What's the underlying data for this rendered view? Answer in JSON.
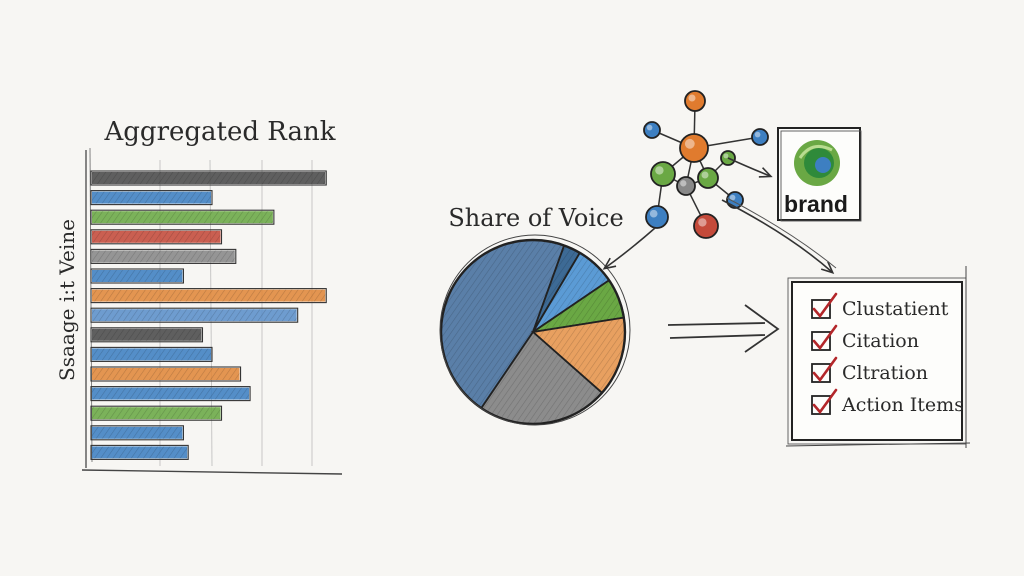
{
  "bar_section": {
    "title": "Aggregated Rank",
    "ylabel": "Ssaage i:t Veine"
  },
  "chart_data": [
    {
      "type": "bar",
      "orientation": "horizontal",
      "title": "Aggregated Rank",
      "ylabel": "Ssaage i:t Veine",
      "xlim": [
        0,
        100
      ],
      "values": [
        98,
        50,
        76,
        54,
        60,
        38,
        98,
        86,
        46,
        50,
        62,
        66,
        54,
        38,
        40
      ],
      "colors": [
        "#4a4a4a",
        "#3d7fc1",
        "#6aa844",
        "#c44a3a",
        "#888888",
        "#3d7fc1",
        "#e0883a",
        "#5b8fc9",
        "#4a4a4a",
        "#3d7fc1",
        "#e0883a",
        "#3d7fc1",
        "#6aa844",
        "#3d7fc1",
        "#3d7fc1"
      ]
    },
    {
      "type": "pie",
      "title": "Share of Voice",
      "values": [
        46,
        3,
        7,
        7,
        14,
        23
      ],
      "colors": [
        "#5a7fa8",
        "#3d6a95",
        "#5b9bd5",
        "#6aa844",
        "#e8a060",
        "#8c8c8c"
      ]
    }
  ],
  "network": {
    "node_colors": [
      "#e07b2e",
      "#3d7fc1",
      "#6aa844",
      "#c44a3a",
      "#888888"
    ]
  },
  "brand": {
    "label": "brand",
    "logo_colors": [
      "#6aa844",
      "#2f8a3a",
      "#3d7fc1"
    ]
  },
  "checklist": {
    "items": [
      {
        "label": "Clustatient",
        "checked": true
      },
      {
        "label": "Citation",
        "checked": true
      },
      {
        "label": "Cltration",
        "checked": true
      },
      {
        "label": "Action Items",
        "checked": true
      }
    ],
    "check_color": "#b3262a"
  }
}
